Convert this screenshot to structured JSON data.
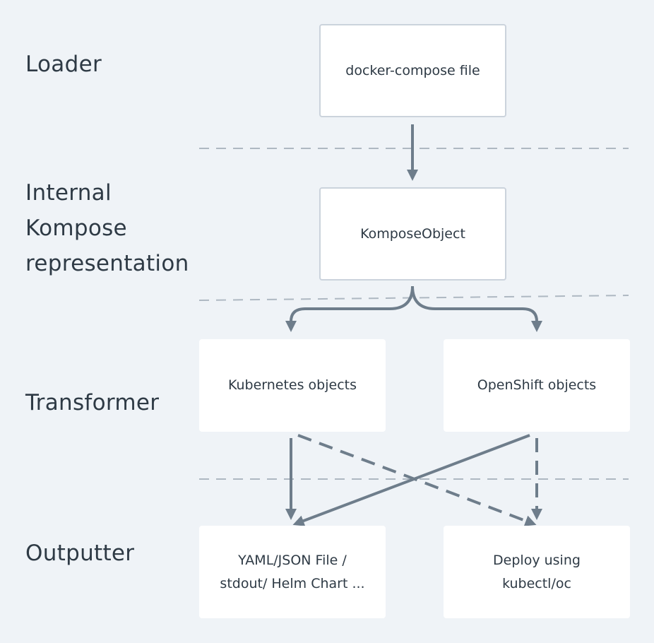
{
  "colors": {
    "background": "#eff3f7",
    "arrow": "#6e7d8b",
    "divider": "#aeb8c2",
    "box": "#ffffff",
    "box_border": "#cbd3dc",
    "text": "#2e3a45"
  },
  "stages": {
    "loader": "Loader",
    "internal": "Internal\nKompose\nrepresentation",
    "transformer": "Transformer",
    "outputter": "Outputter"
  },
  "nodes": {
    "docker_compose": "docker-compose file",
    "kompose_object": "KomposeObject",
    "kubernetes_objects": "Kubernetes objects",
    "openshift_objects": "OpenShift objects",
    "yaml_json": "YAML/JSON File /\nstdout/ Helm Chart ...",
    "deploy": "Deploy using\nkubectl/oc"
  }
}
